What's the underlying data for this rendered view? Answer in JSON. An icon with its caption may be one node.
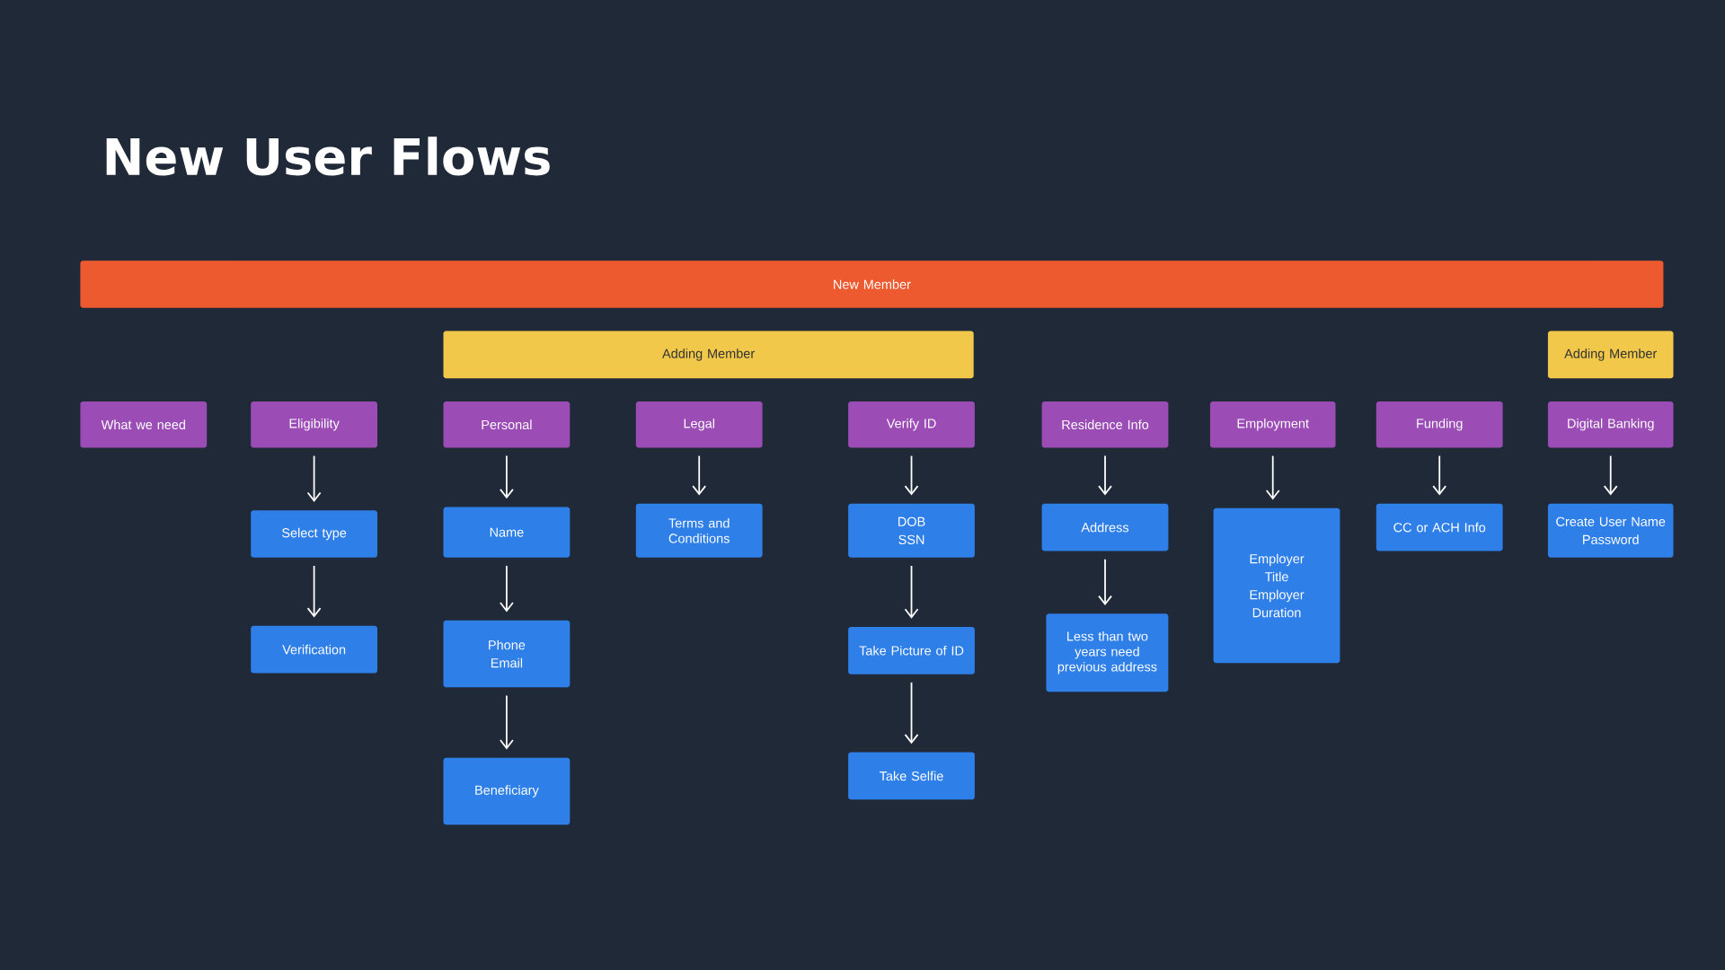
{
  "diagram": {
    "title": "New User Flows",
    "nodes": [
      {
        "text": [
          "New Member"
        ]
      },
      {
        "text": [
          "Adding Member"
        ]
      },
      {
        "text": [
          "Adding Member"
        ]
      },
      {
        "text": [
          "What we need"
        ]
      },
      {
        "text": [
          "Eligibility"
        ]
      },
      {
        "text": [
          "Personal"
        ]
      },
      {
        "text": [
          "Legal"
        ]
      },
      {
        "text": [
          "Verify ID"
        ]
      },
      {
        "text": [
          "Residence Info"
        ]
      },
      {
        "text": [
          "Employment"
        ]
      },
      {
        "text": [
          "Funding"
        ]
      },
      {
        "text": [
          "Digital Banking"
        ]
      },
      {
        "text": [
          "Select type"
        ]
      },
      {
        "text": [
          "Verification"
        ]
      },
      {
        "text": [
          "Name"
        ]
      },
      {
        "text": [
          "Phone",
          "Email"
        ]
      },
      {
        "text": [
          "Beneficiary"
        ]
      },
      {
        "text": [
          "Terms and Conditions"
        ]
      },
      {
        "text": [
          "DOB",
          "SSN"
        ]
      },
      {
        "text": [
          "Take Picture of ID"
        ]
      },
      {
        "text": [
          "Take Selfie"
        ]
      },
      {
        "text": [
          "Address"
        ]
      },
      {
        "text": [
          "Less than two years need previous address"
        ]
      },
      {
        "text": [
          "Employer",
          "Title",
          "Employer",
          "Duration"
        ]
      },
      {
        "text": [
          "CC or ACH Info"
        ]
      },
      {
        "text": [
          "Create User Name",
          "Password"
        ]
      }
    ],
    "edges": [
      {
        "from": 4,
        "to": 12,
        "arrow": "to"
      },
      {
        "from": 12,
        "to": 13,
        "arrow": "to"
      },
      {
        "from": 5,
        "to": 14,
        "arrow": "to"
      },
      {
        "from": 14,
        "to": 15,
        "arrow": "to"
      },
      {
        "from": 15,
        "to": 16,
        "arrow": "to"
      },
      {
        "from": 6,
        "to": 17,
        "arrow": "to"
      },
      {
        "from": 7,
        "to": 18,
        "arrow": "to"
      },
      {
        "from": 18,
        "to": 19,
        "arrow": "to"
      },
      {
        "from": 19,
        "to": 20,
        "arrow": "to"
      },
      {
        "from": 8,
        "to": 21,
        "arrow": "to"
      },
      {
        "from": 21,
        "to": 22,
        "arrow": "to"
      },
      {
        "from": 9,
        "to": 23,
        "arrow": "to"
      },
      {
        "from": 10,
        "to": 24,
        "arrow": "to"
      },
      {
        "from": 11,
        "to": 25,
        "arrow": "to"
      }
    ]
  }
}
